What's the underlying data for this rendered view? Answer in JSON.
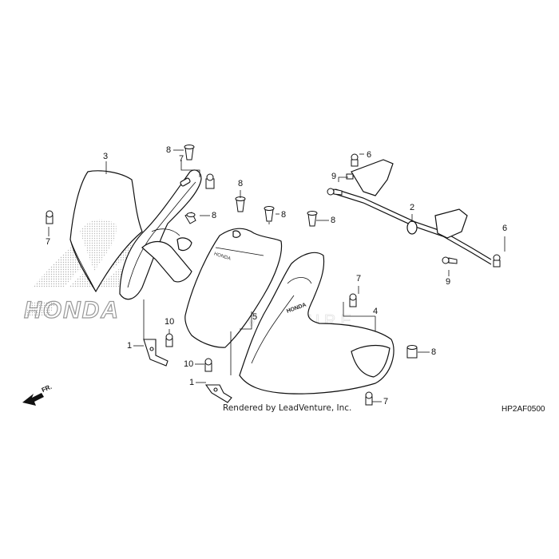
{
  "diagram": {
    "reference_code": "HP2AF0500",
    "credit": "Rendered by LeadVenture, Inc.",
    "watermark_brand": "HONDA",
    "watermark_text": "LEADVENTURE",
    "direction_label": "FR.",
    "callouts": [
      {
        "id": "c-3",
        "text": "3"
      },
      {
        "id": "c-8a",
        "text": "8"
      },
      {
        "id": "c-7a",
        "text": "7"
      },
      {
        "id": "c-7b",
        "text": "7"
      },
      {
        "id": "c-8b",
        "text": "8"
      },
      {
        "id": "c-8c",
        "text": "8"
      },
      {
        "id": "c-8d",
        "text": "8"
      },
      {
        "id": "c-8e",
        "text": "8"
      },
      {
        "id": "c-1a",
        "text": "1"
      },
      {
        "id": "c-10a",
        "text": "10"
      },
      {
        "id": "c-10b",
        "text": "10"
      },
      {
        "id": "c-1b",
        "text": "1"
      },
      {
        "id": "c-5",
        "text": "5"
      },
      {
        "id": "c-7c",
        "text": "7"
      },
      {
        "id": "c-4",
        "text": "4"
      },
      {
        "id": "c-8f",
        "text": "8"
      },
      {
        "id": "c-7d",
        "text": "7"
      },
      {
        "id": "c-6a",
        "text": "6"
      },
      {
        "id": "c-9a",
        "text": "9"
      },
      {
        "id": "c-2",
        "text": "2"
      },
      {
        "id": "c-6b",
        "text": "6"
      },
      {
        "id": "c-9b",
        "text": "9"
      }
    ]
  }
}
